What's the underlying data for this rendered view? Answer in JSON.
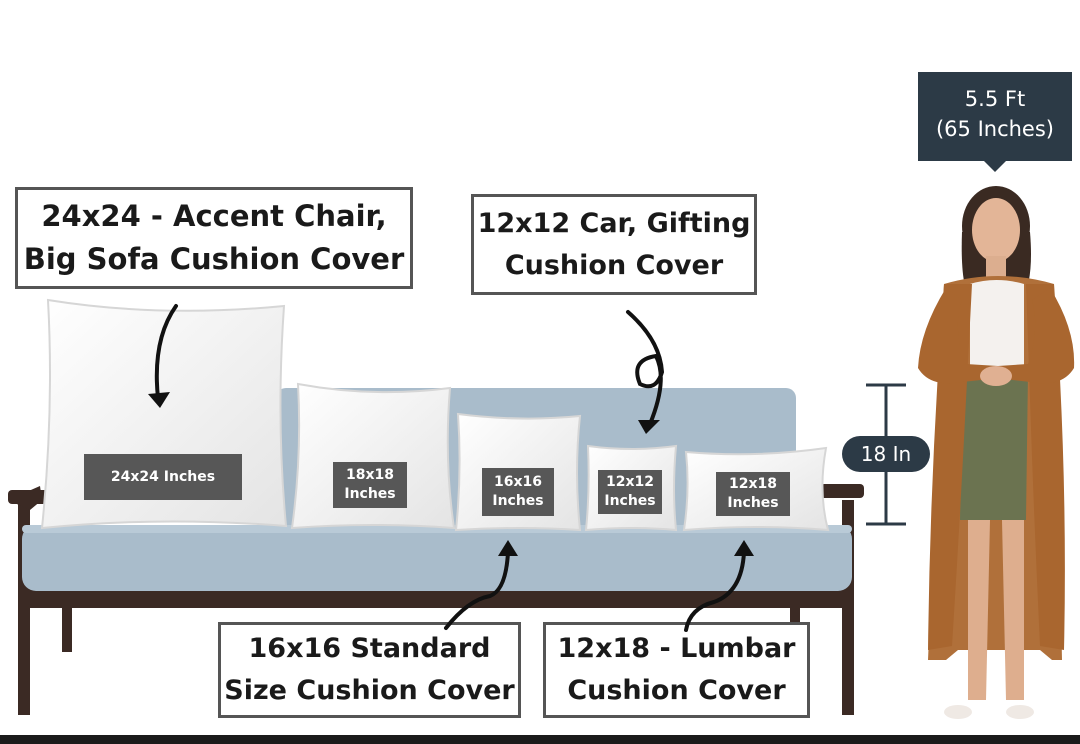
{
  "callouts": {
    "big": "24x24 - Accent Chair,\nBig Sofa Cushion Cover",
    "car": "12x12  Car, Gifting\nCushion Cover",
    "standard": "16x16  Standard\nSize Cushion Cover",
    "lumbar": "12x18 - Lumbar\nCushion Cover"
  },
  "pillow_tags": {
    "p24": "24x24 Inches",
    "p18": "18x18\nInches",
    "p16": "16x16\nInches",
    "p12": "12x12\nInches",
    "p1218": "12x18\nInches"
  },
  "person_height": {
    "feet": "5.5 Ft",
    "inches": "(65 Inches)"
  },
  "sofa_height": "18 In",
  "colors": {
    "sofa_fabric": "#a9bccb",
    "sofa_wood": "#3b2a24",
    "callout_border": "#555555",
    "tag_bg": "#575757",
    "height_label_bg": "#2c3a46",
    "coat": "#b0703a",
    "skirt": "#6b7350"
  }
}
